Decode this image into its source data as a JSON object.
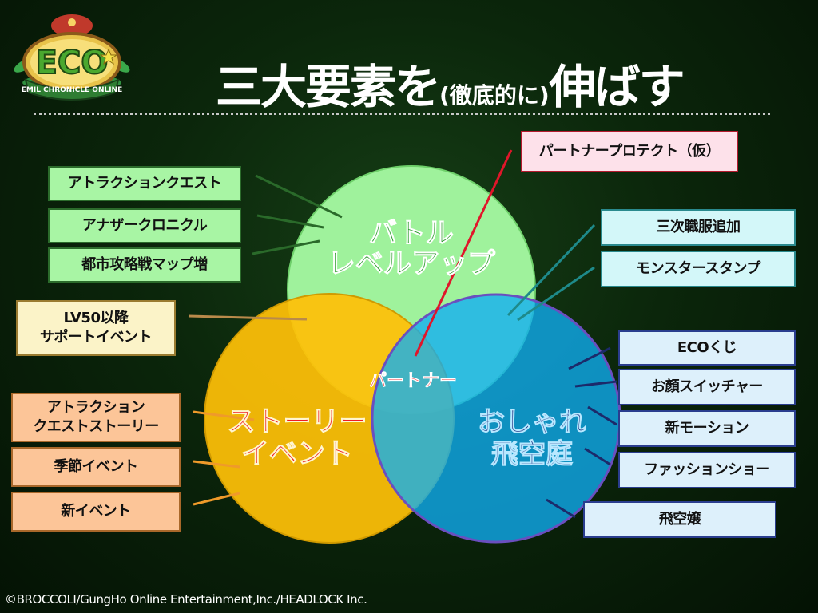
{
  "logo": {
    "text": "ECO",
    "subtext": "EMIL CHRONICLE ONLINE"
  },
  "title": {
    "main_part1": "三大要素を",
    "sub": "(徹底的に)",
    "main_part2": "伸ばす"
  },
  "circles": {
    "top": {
      "line1": "バトル",
      "line2": "レベルアップ",
      "fill": "#9ff29c",
      "text_color": "#2a9a2a"
    },
    "left": {
      "line1": "ストーリー",
      "line2": "イベント",
      "fill": "#ffc107",
      "text_color": "#ee1c24"
    },
    "right": {
      "line1": "おしゃれ",
      "line2": "飛空庭",
      "fill": "#10aef4",
      "text_color": "#1c2c7c"
    },
    "center_label": "パートナー"
  },
  "boxes": {
    "green": [
      "アトラクションクエスト",
      "アナザークロニクル",
      "都市攻略戦マップ増"
    ],
    "yellow": {
      "line1": "LV50以降",
      "line2": "サポートイベント"
    },
    "orange": [
      {
        "line1": "アトラクション",
        "line2": "クエストストーリー"
      },
      {
        "line1": "季節イベント"
      },
      {
        "line1": "新イベント"
      }
    ],
    "pink": "パートナープロテクト（仮）",
    "cyan": [
      "三次職服追加",
      "モンスタースタンプ"
    ],
    "blue": [
      "ECOくじ",
      "お顔スイッチャー",
      "新モーション",
      "ファッションショー",
      "飛空嬢"
    ]
  },
  "colors": {
    "background": "#0b260b",
    "green_box": "#a8f5a4",
    "orange_box": "#fcc598",
    "yellow_box": "#fbf3c8",
    "cyan_box": "#d3f7f9",
    "blue_box": "#ddf0fb",
    "pink_box": "#fde1ea",
    "pink_line": "#e0162a"
  },
  "copyright": "©BROCCOLI/GungHo Online Entertainment,Inc./HEADLOCK Inc."
}
